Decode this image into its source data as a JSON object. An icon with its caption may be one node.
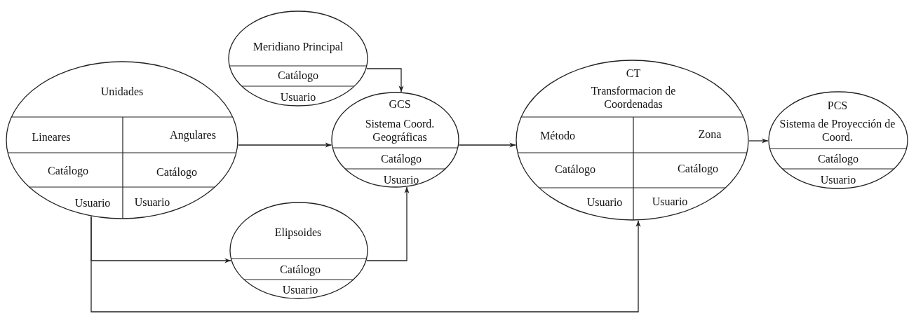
{
  "diagram": {
    "nodes": [
      {
        "text": [
          "Meridiano Principal",
          "Catálogo",
          "Usuario"
        ]
      },
      {
        "text": [
          "Unidades",
          "Lineares",
          "Angulares",
          "Catálogo",
          "Catálogo",
          "Usuario",
          "Usuario"
        ]
      },
      {
        "text": [
          "GCS",
          "Sistema Coord. Geográficas",
          "Catálogo",
          "Usuario"
        ]
      },
      {
        "text": [
          "Elipsoides",
          "Catálogo",
          "Usuario"
        ]
      },
      {
        "text": [
          "CT",
          "Transformacion de Coordenadas",
          "Método",
          "Zona",
          "Catálogo",
          "Catálogo",
          "Usuario",
          "Usuario"
        ]
      },
      {
        "text": [
          "PCS",
          "Sistema de Proyección de Coord.",
          "Catálogo",
          "Usuario"
        ]
      }
    ],
    "edges": [
      {
        "from": 0,
        "to": 2,
        "arrow": "to"
      },
      {
        "from": 1,
        "to": 2,
        "arrow": "to"
      },
      {
        "from": 1,
        "to": 3,
        "arrow": "to"
      },
      {
        "from": 3,
        "to": 2,
        "arrow": "to"
      },
      {
        "from": 1,
        "to": 4,
        "arrow": "to"
      },
      {
        "from": 2,
        "to": 4,
        "arrow": "to"
      },
      {
        "from": 4,
        "to": 5,
        "arrow": "to"
      }
    ]
  }
}
